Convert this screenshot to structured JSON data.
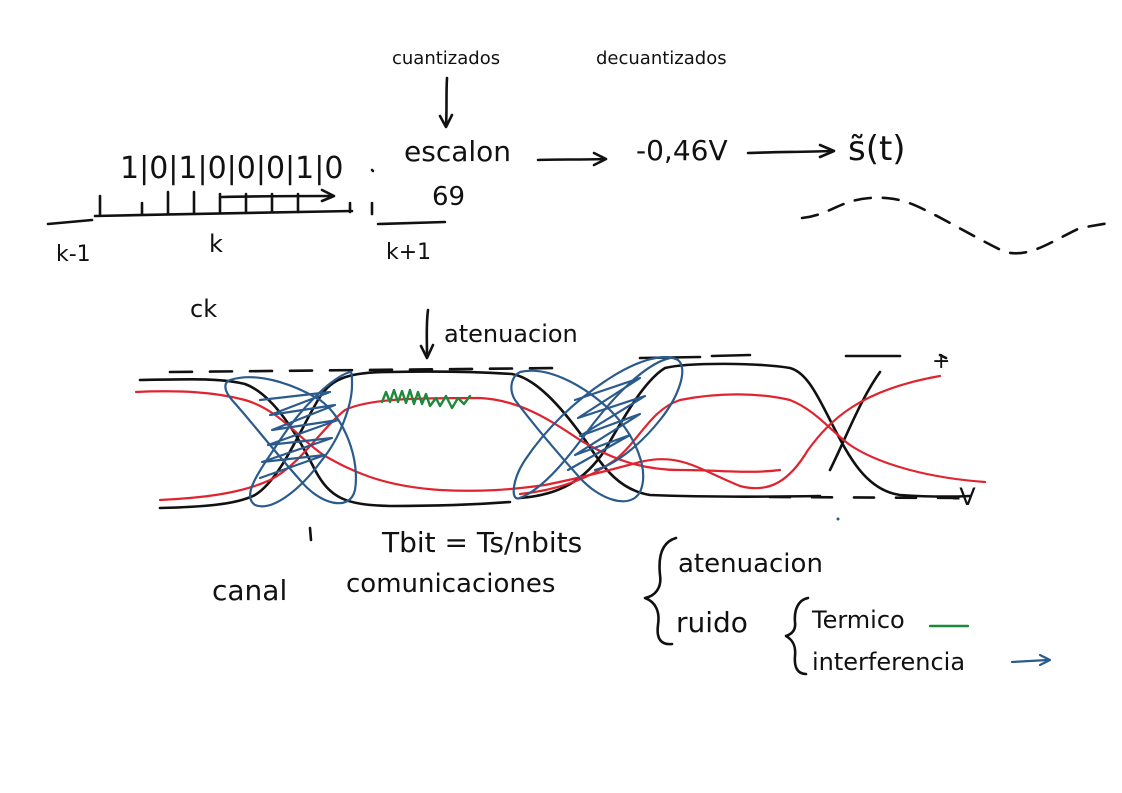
{
  "labels": {
    "cuantizados": "cuantizados",
    "decuantizados": "decuantizados",
    "bits": "1|0|1|0|0|0|1|0",
    "escalon": "escalon",
    "escalon_value": "69",
    "voltage": "-0,46V",
    "signal": "s̃(t)",
    "k_minus": "k-1",
    "k": "k",
    "k_plus": "k+1",
    "ck": "ck",
    "atenuacion_top": "atenuacion",
    "plus_sign": "+",
    "minus_v": "-V",
    "tbit": "Tbit = Ts/nbits",
    "canal": "canal",
    "comunicaciones": "comunicaciones",
    "atenuacion": "atenuacion",
    "ruido": "ruido",
    "termico": "Termico",
    "interferencia": "interferencia"
  },
  "colors": {
    "ink": "#111111",
    "signal_red": "#e0242f",
    "interference_blue": "#2a5b8c",
    "thermal_green": "#1c8a3a"
  }
}
